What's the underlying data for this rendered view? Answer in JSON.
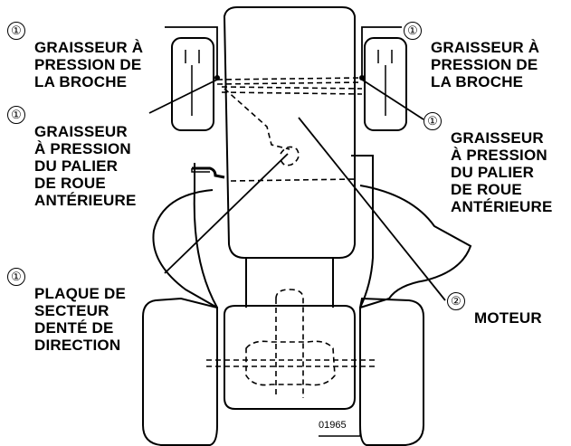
{
  "callouts": [
    {
      "num": "①",
      "text": "GRAISSEUR À\nPRESSION DE\nLA BROCHE"
    },
    {
      "num": "①",
      "text": "GRAISSEUR À\nPRESSION DE\nLA BROCHE"
    },
    {
      "num": "①",
      "text": "GRAISSEUR\nÀ PRESSION\nDU PALIER\nDE ROUE\nANTÉRIEURE"
    },
    {
      "num": "①",
      "text": "GRAISSEUR\nÀ PRESSION\nDU PALIER\nDE ROUE\nANTÉRIEURE"
    },
    {
      "num": "①",
      "text": "PLAQUE DE\nSECTEUR\nDENTÉ DE\nDIRECTION"
    },
    {
      "num": "②",
      "text": "MOTEUR"
    }
  ],
  "figure_code": "01965"
}
